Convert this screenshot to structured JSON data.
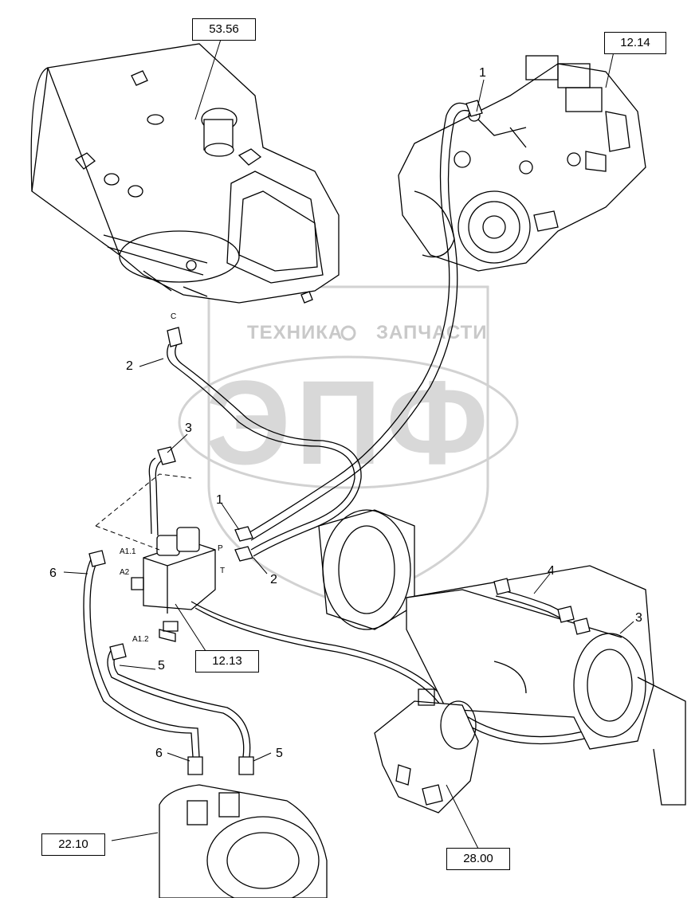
{
  "watermark": {
    "line1_left": "ТЕХНИКА",
    "line1_right": "ЗАПЧАСТИ",
    "big": "ЭПФ"
  },
  "references": {
    "tank": "53.56",
    "pump": "12.14",
    "valve": "12.13",
    "motor": "22.10",
    "axle": "28.00"
  },
  "callouts": {
    "c1_top": "1",
    "c2_top": "2",
    "c3_left": "3",
    "c1_mid": "1",
    "c2_mid": "2",
    "c6_left": "6",
    "c5_mid": "5",
    "c4_right": "4",
    "c3_right": "3",
    "c6_bottom": "6",
    "c5_bottom": "5"
  },
  "ports": {
    "c": "C",
    "a11": "A1.1",
    "a2": "A2",
    "a12": "A1.2",
    "p": "P",
    "t": "T"
  }
}
